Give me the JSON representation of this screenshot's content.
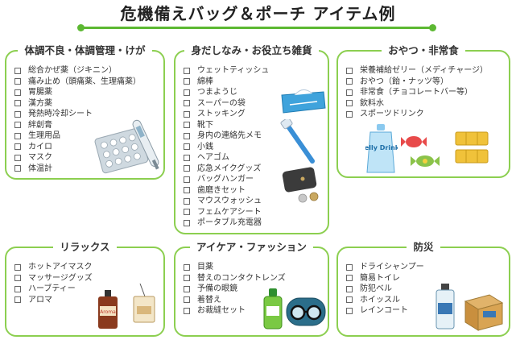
{
  "title": "危機備えバッグ＆ポーチ アイテム例",
  "colors": {
    "accent": "#5cb832",
    "border": "#8ccf50"
  },
  "sections": {
    "health": {
      "title": "体調不良・体調管理・けが",
      "items": [
        "総合かぜ薬（ジキニン）",
        "痛み止め（頭痛薬、生理痛薬）",
        "胃腸薬",
        "漢方薬",
        "発熱時冷却シート",
        "絆創膏",
        "生理用品",
        "カイロ",
        "マスク",
        "体温計"
      ]
    },
    "grooming": {
      "title": "身だしなみ・お役立ち雑貨",
      "items": [
        "ウェットティッシュ",
        "綿棒",
        "つまようじ",
        "スーパーの袋",
        "ストッキング",
        "靴下",
        "身内の連絡先メモ",
        "小銭",
        "ヘアゴム",
        "応急メイクグッズ",
        "バッグハンガー",
        "歯磨きセット",
        "マウスウォッシュ",
        "フェムケアシート",
        "ポータブル充電器"
      ]
    },
    "snacks": {
      "title": "おやつ・非常食",
      "items": [
        "栄養補給ゼリー（メディチャージ）",
        "おやつ（飴・ナッツ等）",
        "非常食（チョコレートバー等）",
        "飲料水",
        "スポーツドリンク"
      ]
    },
    "relax": {
      "title": "リラックス",
      "items": [
        "ホットアイマスク",
        "マッサージグッズ",
        "ハーブティー",
        "アロマ"
      ]
    },
    "eyecare": {
      "title": "アイケア・ファッション",
      "items": [
        "目薬",
        "替えのコンタクトレンズ",
        "予備の眼鏡",
        "着替え",
        "お裁縫セット"
      ]
    },
    "disaster": {
      "title": "防災",
      "items": [
        "ドライシャンプー",
        "簡易トイレ",
        "防犯ベル",
        "ホイッスル",
        "レインコート"
      ]
    }
  },
  "illustrations": {
    "jelly_label": "Jelly Drink",
    "aroma_label": "Aroma"
  }
}
